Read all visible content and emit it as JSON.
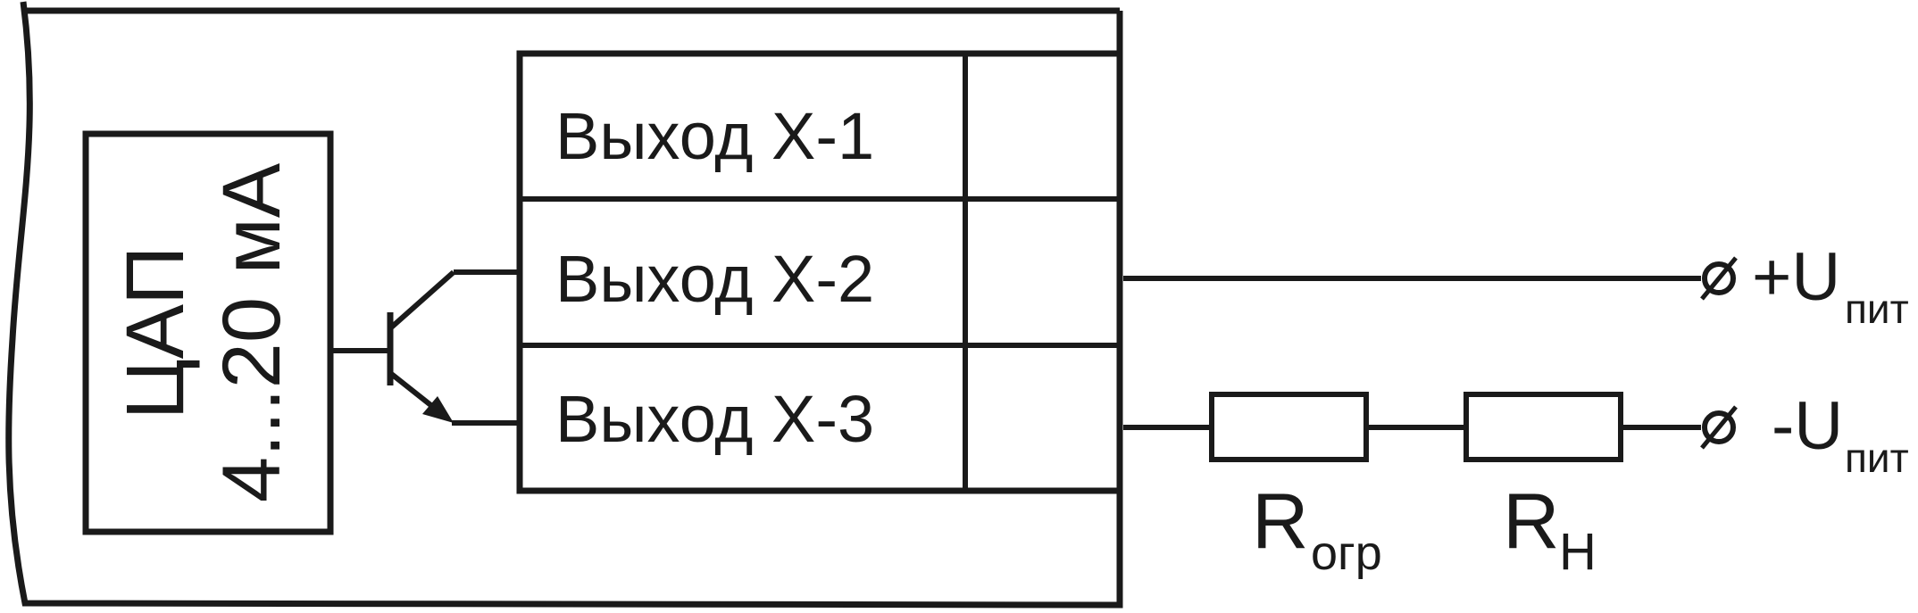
{
  "dac": {
    "line1": "ЦАП",
    "line2": "4...20 мА"
  },
  "outputs": [
    {
      "label": "Выход Х-1"
    },
    {
      "label": "Выход Х-2"
    },
    {
      "label": "Выход Х-3"
    }
  ],
  "terminals": {
    "plus": {
      "sign": "+U",
      "sub": "пит"
    },
    "minus": {
      "sign": "-U",
      "sub": "пит"
    }
  },
  "resistors": [
    {
      "main": "R",
      "sub": "огр"
    },
    {
      "main": "R",
      "sub": "Н"
    }
  ]
}
